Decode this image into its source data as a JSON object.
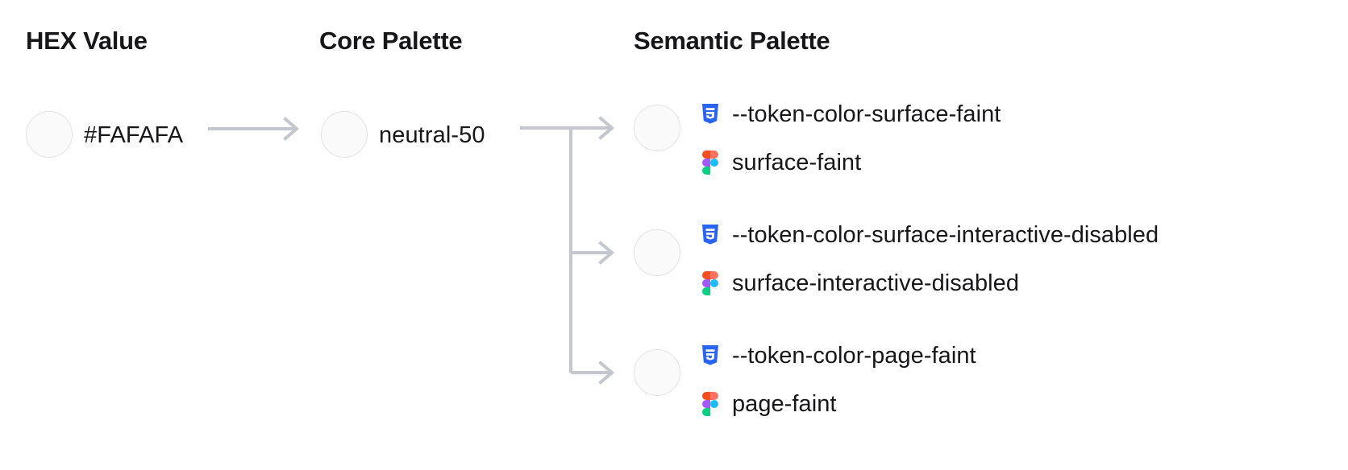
{
  "columns": {
    "hex": "HEX Value",
    "core": "Core Palette",
    "semantic": "Semantic Palette"
  },
  "hex": {
    "value": "#FAFAFA",
    "swatch_color": "#FAFAFA"
  },
  "core": {
    "value": "neutral-50",
    "swatch_color": "#FAFAFA"
  },
  "semantic": {
    "swatch_color": "#FAFAFA",
    "tokens": [
      {
        "css_icon": "css3-icon",
        "css_name": "--token-color-surface-faint",
        "figma_icon": "figma-icon",
        "figma_name": "surface-faint",
        "swatch_color": "#FAFAFA"
      },
      {
        "css_icon": "css3-icon",
        "css_name": "--token-color-surface-interactive-disabled",
        "figma_icon": "figma-icon",
        "figma_name": "surface-interactive-disabled",
        "swatch_color": "#FAFAFA"
      },
      {
        "css_icon": "css3-icon",
        "css_name": "--token-color-page-faint",
        "figma_icon": "figma-icon",
        "figma_name": "page-faint",
        "swatch_color": "#FAFAFA"
      }
    ]
  },
  "style": {
    "connector_color": "#c5c7cf",
    "swatch_border": "#e3e3e6",
    "text_color": "#17171a",
    "css_icon_color": "#2965F1",
    "figma_orange": "#F24E1E",
    "figma_salmon": "#FF7262",
    "figma_purple": "#A259FF",
    "figma_blue": "#1ABCFE",
    "figma_green": "#0ACF83",
    "background": "#FFFFFF"
  }
}
